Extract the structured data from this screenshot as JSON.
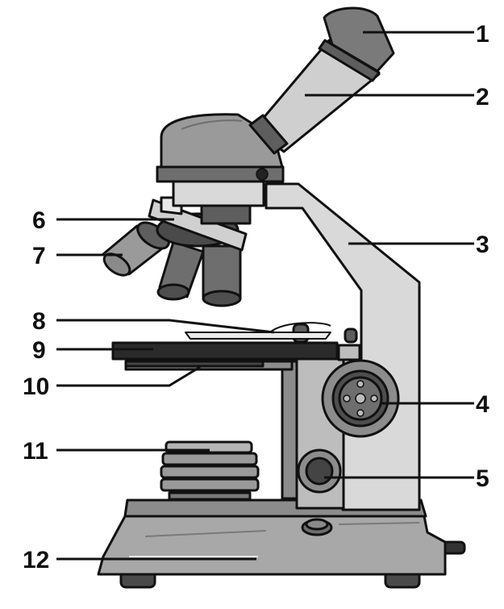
{
  "colors": {
    "outline": "#111111",
    "light_metal": "#cfcfcf",
    "mid_metal": "#9a9a9a",
    "dark_metal": "#5e5e5e",
    "stage_black": "#2a2a2a",
    "leader_line": "#111111"
  },
  "labels": [
    {
      "id": "1",
      "text": "1"
    },
    {
      "id": "2",
      "text": "2"
    },
    {
      "id": "3",
      "text": "3"
    },
    {
      "id": "4",
      "text": "4"
    },
    {
      "id": "5",
      "text": "5"
    },
    {
      "id": "6",
      "text": "6"
    },
    {
      "id": "7",
      "text": "7"
    },
    {
      "id": "8",
      "text": "8"
    },
    {
      "id": "9",
      "text": "9"
    },
    {
      "id": "10",
      "text": "10"
    },
    {
      "id": "11",
      "text": "11"
    },
    {
      "id": "12",
      "text": "12"
    }
  ]
}
